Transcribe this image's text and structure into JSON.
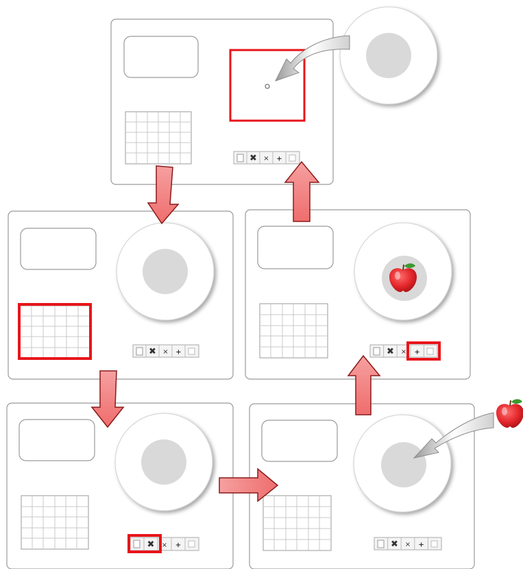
{
  "toolbar": {
    "icons": [
      "page-icon",
      "tools-icon",
      "close-icon",
      "plus-icon",
      "square-icon"
    ],
    "glyphs": [
      "",
      "",
      "×",
      "+",
      ""
    ]
  },
  "colors": {
    "highlight": "#e8151b",
    "arrow_fill": "#f47c7c",
    "arrow_dark": "#8a1a1a",
    "panel_border": "#9a9a9a",
    "grid_line": "#c8c8c8",
    "disc_center": "#d9d9d9",
    "apple_red": "#e3262b",
    "leaf_green": "#3c9a2e"
  },
  "panels": [
    {
      "name": "panel-step-1",
      "highlight": "canvas-area"
    },
    {
      "name": "panel-step-2",
      "highlight": "grid-widget"
    },
    {
      "name": "panel-step-3",
      "highlight": "toolbar-left-buttons"
    },
    {
      "name": "panel-step-4",
      "highlight": "none"
    },
    {
      "name": "panel-step-5",
      "highlight": "toolbar-plus-button"
    }
  ]
}
